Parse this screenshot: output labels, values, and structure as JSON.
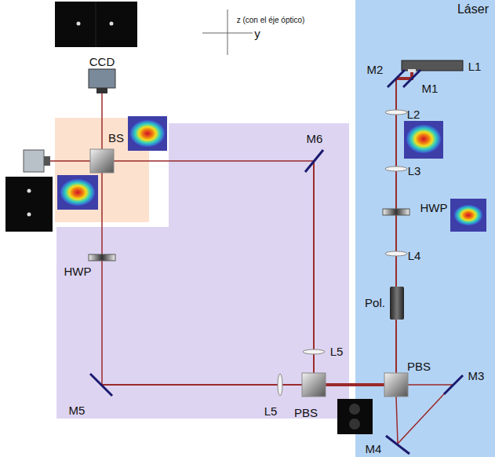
{
  "diagram": {
    "nodes": [
      {
        "text": [
          "Láser"
        ]
      }
    ],
    "labels": [
      "z (con el éje óptico)",
      "y",
      "CCD",
      "BS",
      "M6",
      "M2",
      "M1",
      "L1",
      "L2",
      "L3",
      "HWP",
      "L4",
      "Pol.",
      "PBS",
      "M3",
      "M4",
      "PBS",
      "L5",
      "L5",
      "M5",
      "HWP"
    ]
  }
}
